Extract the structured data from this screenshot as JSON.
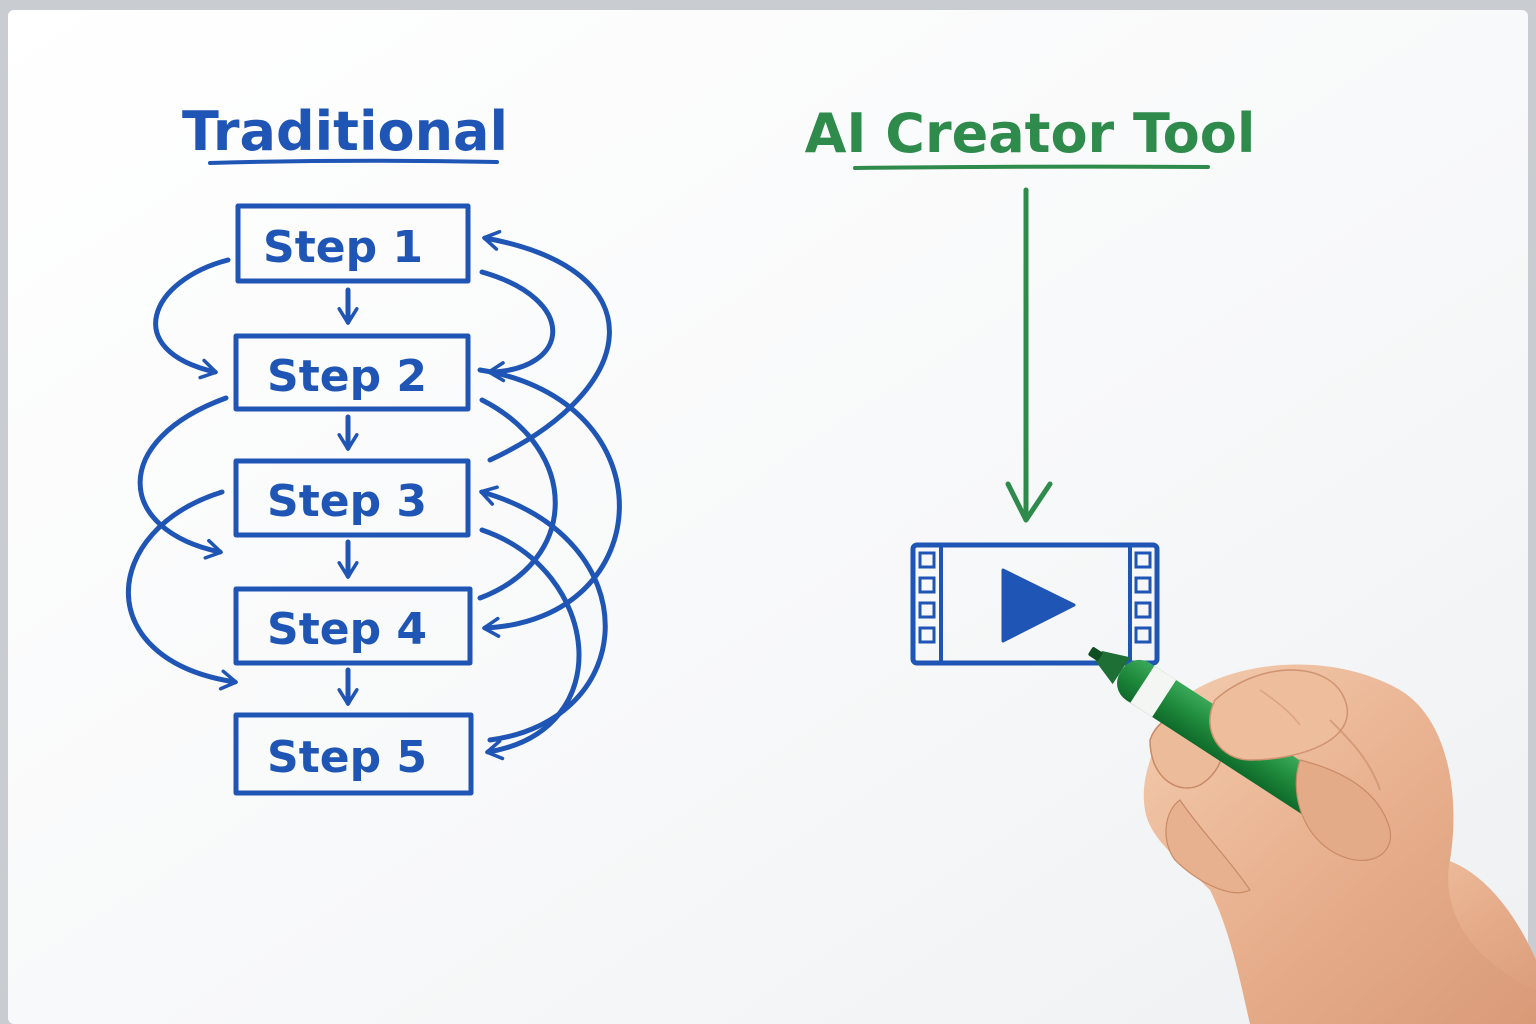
{
  "traditional": {
    "heading": "Traditional",
    "color": "#1f55b4",
    "steps": [
      "Step 1",
      "Step 2",
      "Step 3",
      "Step 4",
      "Step 5"
    ]
  },
  "ai": {
    "heading": "AI Creator Tool",
    "color": "#2e8b4c",
    "output_icon": "video-play-icon"
  },
  "marker": {
    "body_color": "#1f8a3c",
    "cap_color": "#1f8a3c",
    "band_color": "#ffffff"
  },
  "board": {
    "surface_color": "#fbfbfc",
    "frame_color": "#c9ccd0"
  }
}
